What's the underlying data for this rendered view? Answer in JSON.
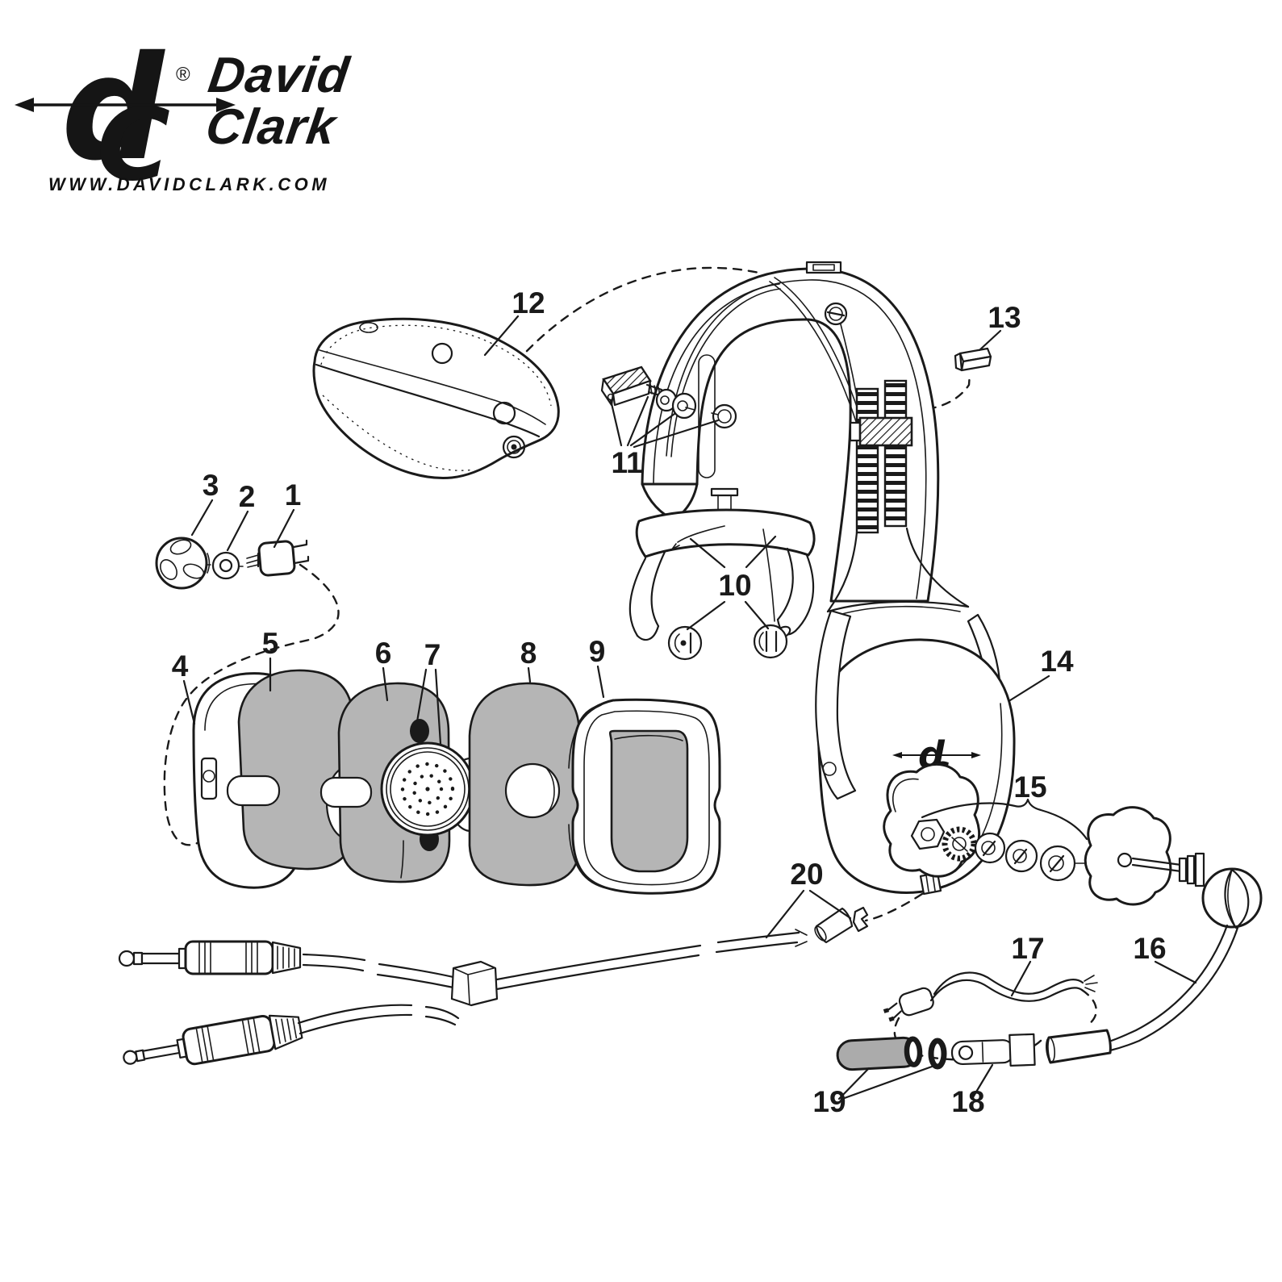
{
  "brand": {
    "monogram_d": "d",
    "monogram_c": "C",
    "registered": "®",
    "name_line1": "David",
    "name_line2": "Clark",
    "website": "WWW.DAVIDCLARK.COM"
  },
  "colors": {
    "line": "#1a1a1a",
    "foam": "#b5b5b5",
    "tube_gray": "#ababab",
    "background": "#ffffff"
  },
  "callouts": [
    {
      "label": "1"
    },
    {
      "label": "2"
    },
    {
      "label": "3"
    },
    {
      "label": "4"
    },
    {
      "label": "5"
    },
    {
      "label": "6"
    },
    {
      "label": "7"
    },
    {
      "label": "8"
    },
    {
      "label": "9"
    },
    {
      "label": "10"
    },
    {
      "label": "11"
    },
    {
      "label": "12"
    },
    {
      "label": "13"
    },
    {
      "label": "14"
    },
    {
      "label": "15"
    },
    {
      "label": "16"
    },
    {
      "label": "17"
    },
    {
      "label": "18"
    },
    {
      "label": "19"
    },
    {
      "label": "20"
    }
  ]
}
